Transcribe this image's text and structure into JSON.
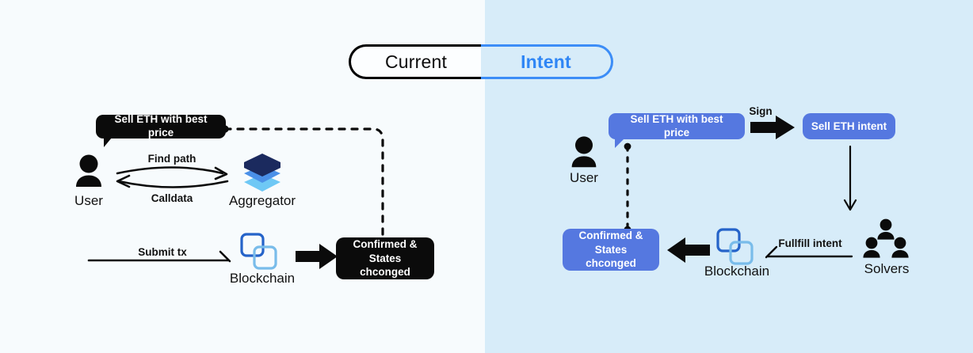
{
  "toggle": {
    "left_label": "Current",
    "right_label": "Intent",
    "left_color": "#000000",
    "right_color": "#2F86F5"
  },
  "theme": {
    "left_bg": "#F7FBFD",
    "right_bg": "#D7ECF9",
    "bubble_dark": "#0B0B0B",
    "bubble_blue": "#5578E0",
    "hex_dark": "#1B2A5E",
    "hex_mid": "#4A90E8",
    "hex_light": "#6EC8F5",
    "chain_back": "#2563C9",
    "chain_front": "#79BCEA"
  },
  "current_flow": {
    "request_bubble": "Sell ETH with best price",
    "user_label": "User",
    "aggregator_label": "Aggregator",
    "find_path_label": "Find path",
    "calldata_label": "Calldata",
    "submit_tx_label": "Submit tx",
    "blockchain_label": "Blockchain",
    "confirmed_line1": "Confirmed &",
    "confirmed_line2": "States chconged"
  },
  "intent_flow": {
    "request_bubble": "Sell ETH with best price",
    "user_label": "User",
    "sign_label": "Sign",
    "intent_box": "Sell ETH intent",
    "solvers_label": "Solvers",
    "fulfill_label": "Fullfill intent",
    "blockchain_label": "Blockchain",
    "confirmed_line1": "Confirmed &",
    "confirmed_line2": "States chconged"
  },
  "icons": {
    "user": "user-silhouette-icon",
    "aggregator": "stacked-hexagons-icon",
    "blockchain": "overlapping-squares-icon",
    "solvers": "three-users-icon"
  }
}
